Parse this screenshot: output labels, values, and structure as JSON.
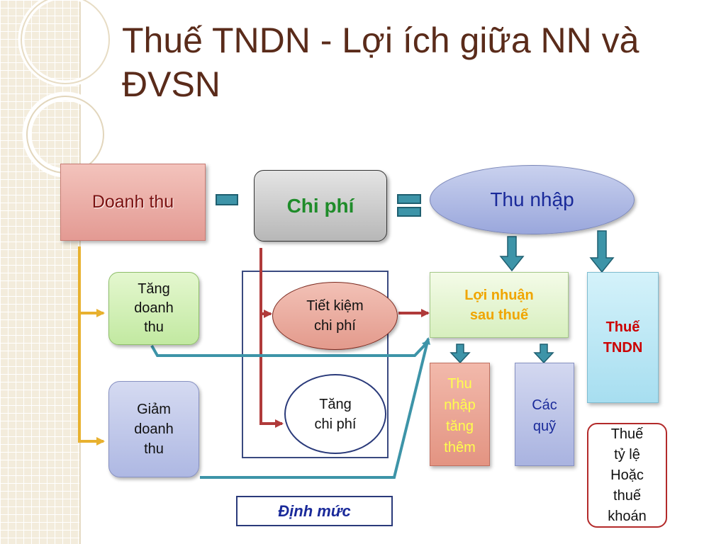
{
  "slide": {
    "title": "Thuế TNDN - Lợi ích giữa NN và ĐVSN"
  },
  "diagram": {
    "revenue": "Doanh thu",
    "cost": "Chi phí",
    "income": "Thu nhập",
    "increase_revenue": "Tăng\ndoanh\nthu",
    "decrease_revenue": "Giảm\ndoanh\nthu",
    "save_cost": "Tiết kiệm\nchi phí",
    "increase_cost": "Tăng\nchi phí",
    "profit_after_tax": "Lợi nhuận\nsau thuế",
    "cit": "Thuế\nTNDN",
    "extra_income": "Thu\nnhập\ntăng\nthêm",
    "funds": "Các\nquỹ",
    "rate_or_lump_tax": "Thuế\ntỷ lệ\nHoặc\nthuế\nkhoán",
    "norm": "Định mức"
  },
  "colors": {
    "title": "#5a2b1a",
    "teal_arrow": "#3d94a8",
    "red_arrow": "#b03a3a",
    "gold_arrow": "#e8b12f",
    "profit_text": "#f0a500",
    "cit_text": "#cc0000",
    "cost_text": "#1f8c2a"
  }
}
